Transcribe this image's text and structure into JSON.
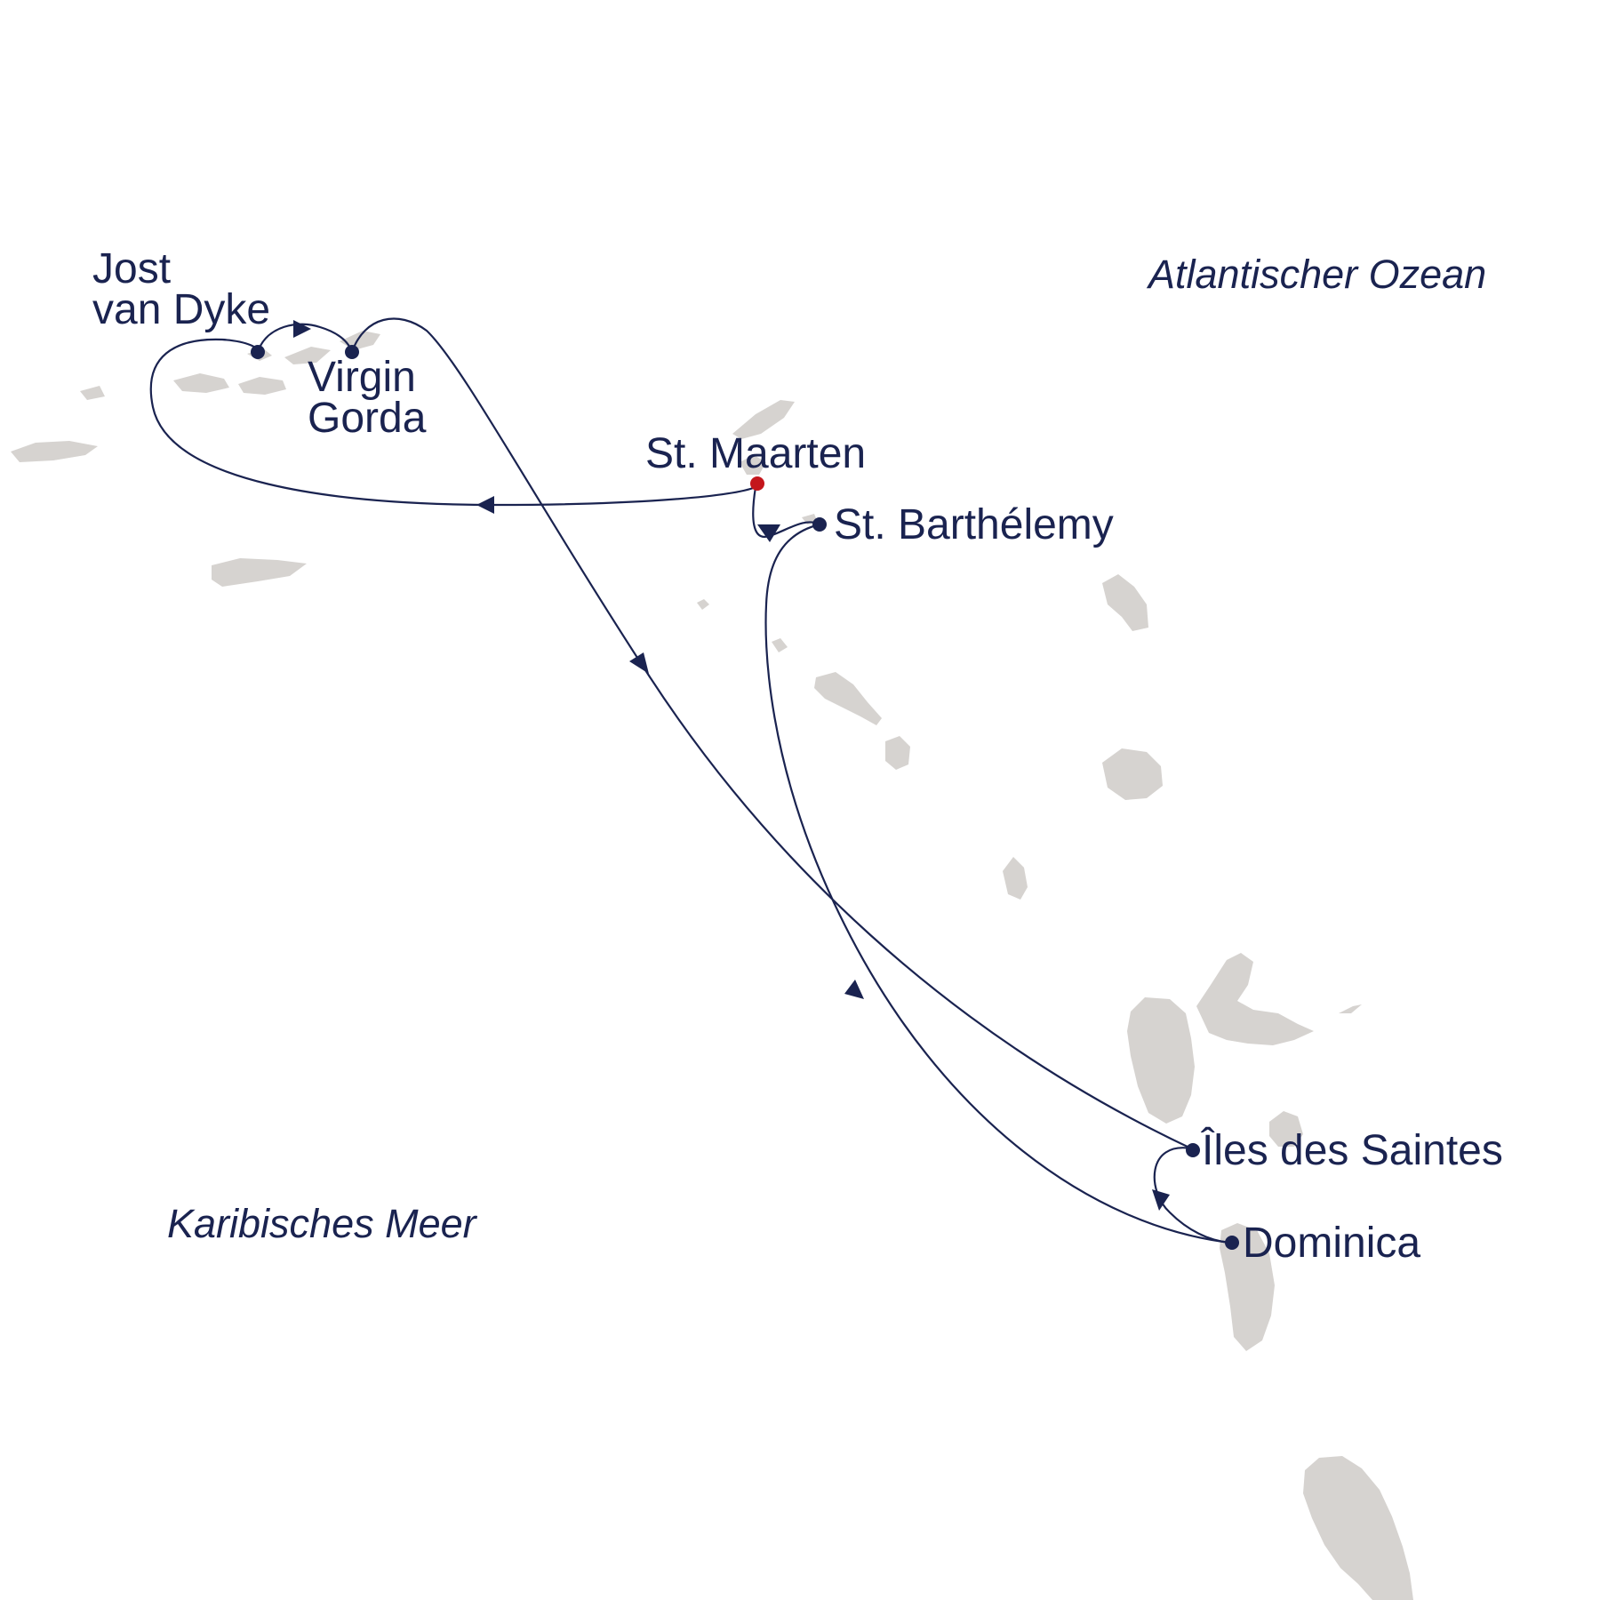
{
  "colors": {
    "route": "#1a2350",
    "port": "#1a2350",
    "start_port": "#c4161c",
    "land": "#d6d3d0",
    "label": "#1a2350"
  },
  "seas": {
    "atlantic": "Atlantischer Ozean",
    "caribbean": "Karibisches Meer"
  },
  "ports": {
    "jost_line1": "Jost",
    "jost_line2": "van Dyke",
    "virgin_line1": "Virgin",
    "virgin_line2": "Gorda",
    "st_maarten": "St. Maarten",
    "st_barthelemy": "St. Barthélemy",
    "iles_des_saintes": "Îles des Saintes",
    "dominica": "Dominica"
  },
  "route_order": [
    "St. Maarten",
    "Jost van Dyke",
    "Virgin Gorda",
    "Îles des Saintes",
    "Dominica",
    "St. Barthélemy",
    "St. Maarten"
  ],
  "start_end_port": "St. Maarten"
}
